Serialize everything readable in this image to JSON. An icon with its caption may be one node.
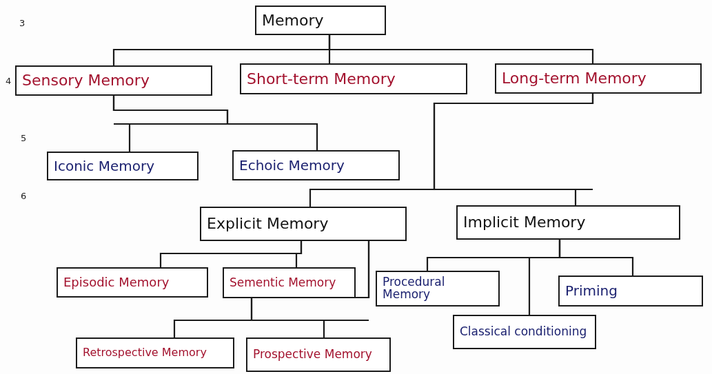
{
  "diagram": {
    "nodes": [
      {
        "text": [
          "Memory"
        ]
      },
      {
        "text": [
          "Sensory Memory"
        ]
      },
      {
        "text": [
          "Short-term Memory"
        ]
      },
      {
        "text": [
          "Long-term Memory"
        ]
      },
      {
        "text": [
          "Iconic Memory"
        ]
      },
      {
        "text": [
          "Echoic Memory"
        ]
      },
      {
        "text": [
          "Explicit Memory"
        ]
      },
      {
        "text": [
          "Implicit Memory"
        ]
      },
      {
        "text": [
          "Episodic Memory"
        ]
      },
      {
        "text": [
          "Sementic Memory"
        ]
      },
      {
        "text": [
          "Procedural Memory"
        ]
      },
      {
        "text": [
          "Priming"
        ]
      },
      {
        "text": [
          "Classical conditioning"
        ]
      },
      {
        "text": [
          "Retrospective Memory"
        ]
      },
      {
        "text": [
          "Prospective Memory"
        ]
      }
    ],
    "edges": [
      {
        "from": 0,
        "to": 1,
        "arrow": "none"
      },
      {
        "from": 0,
        "to": 2,
        "arrow": "none"
      },
      {
        "from": 0,
        "to": 3,
        "arrow": "none"
      },
      {
        "from": 1,
        "to": 4,
        "arrow": "none"
      },
      {
        "from": 1,
        "to": 5,
        "arrow": "none"
      },
      {
        "from": 3,
        "to": 6,
        "arrow": "none"
      },
      {
        "from": 3,
        "to": 7,
        "arrow": "none"
      },
      {
        "from": 6,
        "to": 8,
        "arrow": "none"
      },
      {
        "from": 6,
        "to": 9,
        "arrow": "none"
      },
      {
        "from": 7,
        "to": 10,
        "arrow": "none"
      },
      {
        "from": 7,
        "to": 12,
        "arrow": "none"
      },
      {
        "from": 7,
        "to": 11,
        "arrow": "none"
      },
      {
        "from": 6,
        "to": 13,
        "arrow": "none"
      },
      {
        "from": 6,
        "to": 14,
        "arrow": "none"
      }
    ],
    "labels": [
      "3",
      "4",
      "5",
      "6"
    ]
  }
}
